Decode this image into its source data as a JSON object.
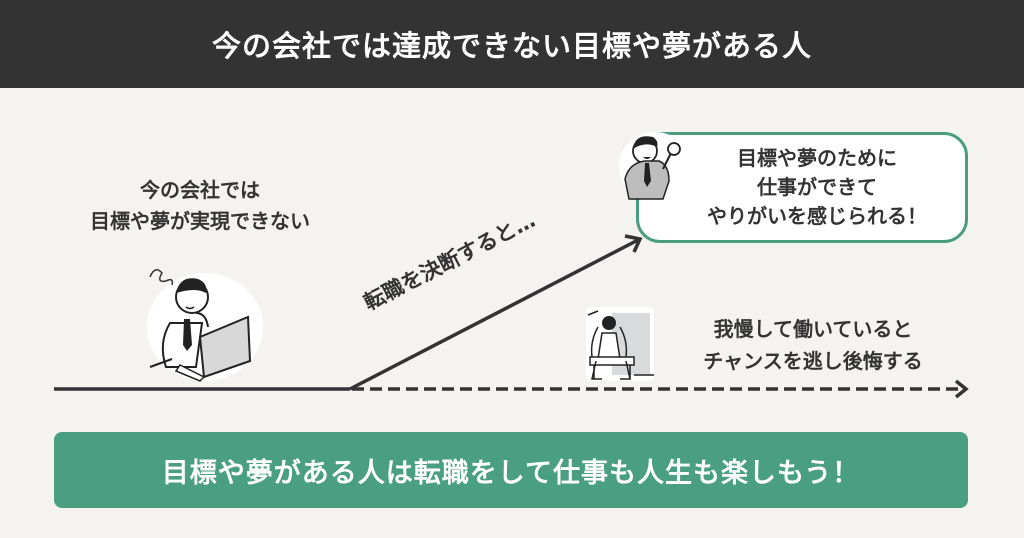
{
  "header": {
    "title": "今の会社では達成できない目標や夢がある人"
  },
  "current_state": {
    "lines": [
      "今の会社では",
      "目標や夢が実現できない"
    ],
    "illustration": "worried-man-at-laptop"
  },
  "transition": {
    "label": "転職を決断すると…",
    "arrow": "diagonal-up-arrow"
  },
  "success_bubble": {
    "lines": [
      "目標や夢のために",
      "仕事ができて",
      "やりがいを感じられる！"
    ],
    "illustration": "cheering-businessman",
    "border_color": "#4a9d80"
  },
  "stay_outcome": {
    "lines": [
      "我慢して働いていると",
      "チャンスを逃し後悔する"
    ],
    "illustration": "despairing-man-on-bench",
    "arrow": "dashed-right-arrow"
  },
  "banner": {
    "text": "目標や夢がある人は転職をして仕事も人生も楽しもう！",
    "color": "#4a9f82"
  },
  "colors": {
    "header_bg": "#333333",
    "page_bg": "#f4f3ef",
    "text": "#333333",
    "accent_green": "#4a9f82"
  }
}
